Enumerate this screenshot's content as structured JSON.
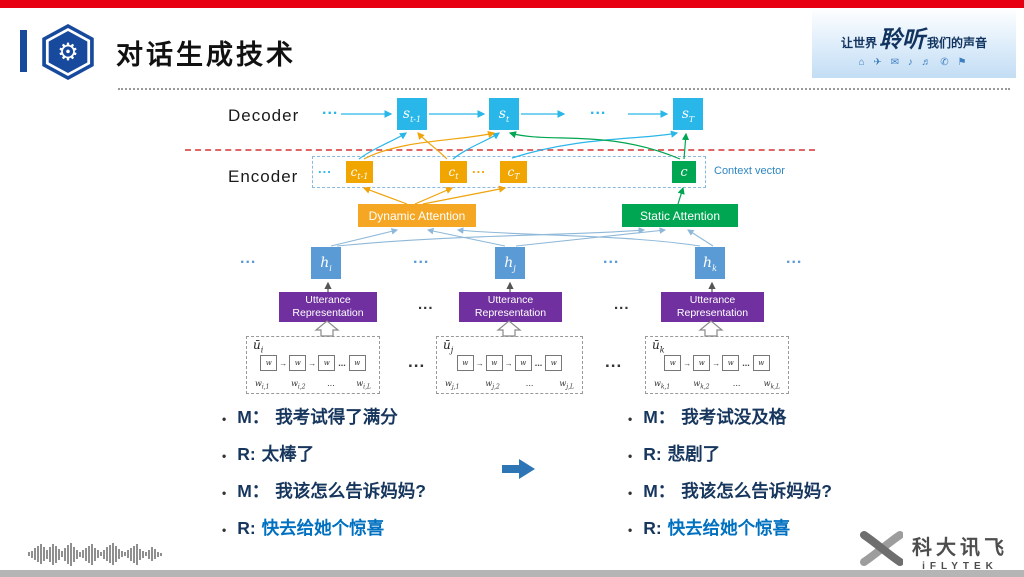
{
  "header": {
    "title": "对话生成技术",
    "logo_icon": "⚙",
    "banner": {
      "text_pre": "让世界",
      "text_mid": "聆听",
      "text_post": "我们的声音",
      "icons_text": "⌂ ✈ ✉ ♪ ♬ ✆ ⚑"
    }
  },
  "diagram": {
    "decoder_label": "Decoder",
    "encoder_label": "Encoder",
    "context_vector_label": "Context vector",
    "dynamic_attention_label": "Dynamic Attention",
    "static_attention_label": "Static Attention",
    "utterance_line1": "Utterance",
    "utterance_line2": "Representation",
    "dots": "...",
    "cell_glyph": "w",
    "arrow_glyph": "→",
    "decoder_nodes": [
      {
        "base": "s",
        "sub": "t-1"
      },
      {
        "base": "s",
        "sub": "t"
      },
      {
        "base": "s",
        "sub": "T"
      }
    ],
    "context_nodes": [
      {
        "base": "c",
        "sub": "t-1"
      },
      {
        "base": "c",
        "sub": "t"
      },
      {
        "base": "c",
        "sub": "T"
      }
    ],
    "static_context_node": {
      "base": "c",
      "sub": ""
    },
    "hidden_nodes": [
      {
        "base": "h",
        "sub": "i"
      },
      {
        "base": "h",
        "sub": "j"
      },
      {
        "base": "h",
        "sub": "k"
      }
    ],
    "word_groups": [
      {
        "base": "ū",
        "sub": "i",
        "w1": {
          "base": "w",
          "sub": "i,1"
        },
        "w2": {
          "base": "w",
          "sub": "i,2"
        },
        "wl": {
          "base": "w",
          "sub": "i,L"
        }
      },
      {
        "base": "ū",
        "sub": "j",
        "w1": {
          "base": "w",
          "sub": "j,1"
        },
        "w2": {
          "base": "w",
          "sub": "j,2"
        },
        "wl": {
          "base": "w",
          "sub": "j,L"
        }
      },
      {
        "base": "ū",
        "sub": "k",
        "w1": {
          "base": "w",
          "sub": "k,1"
        },
        "w2": {
          "base": "w",
          "sub": "k,2"
        },
        "wl": {
          "base": "w",
          "sub": "k,L"
        }
      }
    ]
  },
  "dialogue": {
    "bullet": "•",
    "left": {
      "items": [
        {
          "speaker": "M：",
          "text": "我考试得了满分"
        },
        {
          "speaker": "R:",
          "text": "太棒了"
        },
        {
          "speaker": "M：",
          "text": "我该怎么告诉妈妈?"
        },
        {
          "speaker": "R:",
          "text": "快去给她个惊喜"
        }
      ]
    },
    "right": {
      "items": [
        {
          "speaker": "M：",
          "text": "我考试没及格"
        },
        {
          "speaker": "R:",
          "text": "悲剧了"
        },
        {
          "speaker": "M：",
          "text": "我该怎么告诉妈妈?"
        },
        {
          "speaker": "R:",
          "text": "快去给她个惊喜"
        }
      ]
    }
  },
  "footer": {
    "brand_cn": "科大讯飞",
    "brand_en": "iFLYTEK"
  },
  "colors": {
    "accent_red": "#e60012",
    "decoder_cyan": "#29b6e8",
    "context_gold": "#f0a500",
    "attention_gold": "#f5a623",
    "green": "#00a651",
    "hidden_blue": "#5b9bd5",
    "utterance_purple": "#7030a0",
    "dialogue_navy": "#17365d",
    "dialogue_highlight": "#0070c0"
  }
}
